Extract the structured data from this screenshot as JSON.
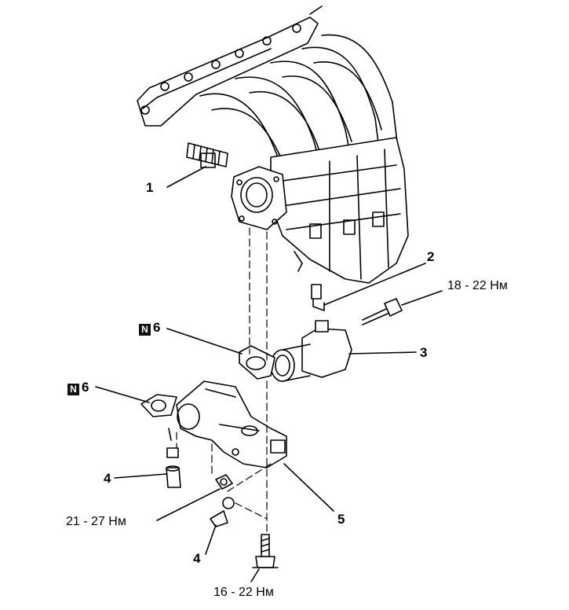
{
  "callouts": {
    "c1": "1",
    "c2": "2",
    "c3": "3",
    "c4a": "4",
    "c4b": "4",
    "c5": "5",
    "c6a": "6",
    "c6b": "6"
  },
  "new_part_badge": "N",
  "torques": {
    "t_bolt_top": "18 - 22 Нм",
    "t_nut": "21 - 27 Нм",
    "t_bolt_bottom": "16 - 22 Нм"
  },
  "colors": {
    "ink": "#000000",
    "paper": "#ffffff"
  }
}
